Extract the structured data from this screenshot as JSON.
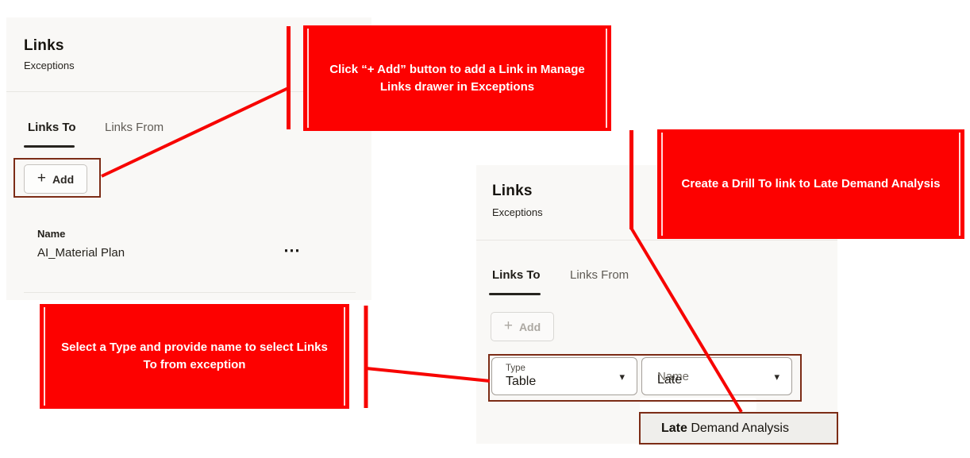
{
  "colors": {
    "callout_red": "#fd0100",
    "connector_red": "#f70400",
    "annotation_dark_red": "#7c2c16",
    "panel_background": "#f9f8f6",
    "active_text": "#201d18",
    "inactive_text": "#5f5b55"
  },
  "icons": {
    "plus": "+",
    "caret_down": "▾",
    "ellipsis": "⋯"
  },
  "left_panel": {
    "title": "Links",
    "subtitle": "Exceptions",
    "tabs": [
      {
        "label": "Links To",
        "active": true
      },
      {
        "label": "Links From",
        "active": false
      }
    ],
    "add_button_label": "Add",
    "list": {
      "column_header": "Name",
      "items": [
        {
          "name": "AI_Material Plan"
        }
      ]
    }
  },
  "right_panel": {
    "title": "Links",
    "subtitle": "Exceptions",
    "tabs": [
      {
        "label": "Links To",
        "active": true
      },
      {
        "label": "Links From",
        "active": false
      }
    ],
    "add_button_label": "Add",
    "type_field": {
      "label": "Type",
      "value": "Table"
    },
    "name_field": {
      "label": "Name",
      "value": "Late"
    },
    "suggestion": {
      "match": "Late",
      "rest": " Demand Analysis"
    }
  },
  "callouts": {
    "add": "Click “+ Add” button to add a Link in Manage Links drawer in Exceptions",
    "drill": "Create a Drill To link to Late Demand Analysis",
    "type_name": "Select a Type and provide name to select Links To from exception"
  }
}
